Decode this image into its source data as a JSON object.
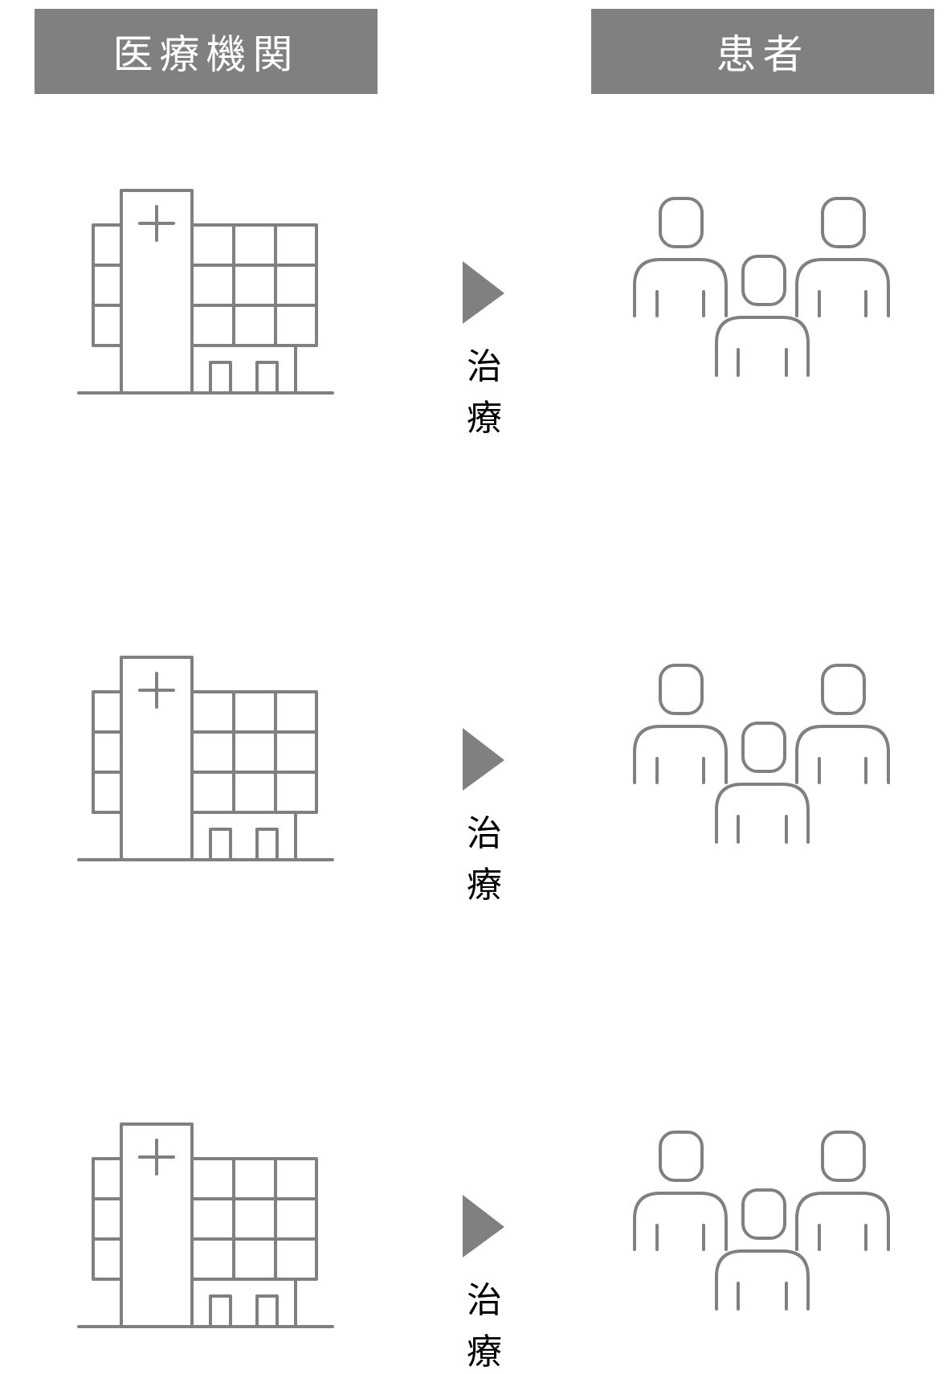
{
  "header": {
    "left_label": "医療機関",
    "right_label": "患者"
  },
  "rows": [
    {
      "action_label": "治 療"
    },
    {
      "action_label": "治 療"
    },
    {
      "action_label": "治 療"
    }
  ],
  "colors": {
    "accent_gray": "#808080",
    "background": "#ffffff",
    "text": "#000000"
  },
  "icons": {
    "left": "hospital-building-icon",
    "middle": "play-arrow-icon",
    "right": "patients-group-icon"
  }
}
